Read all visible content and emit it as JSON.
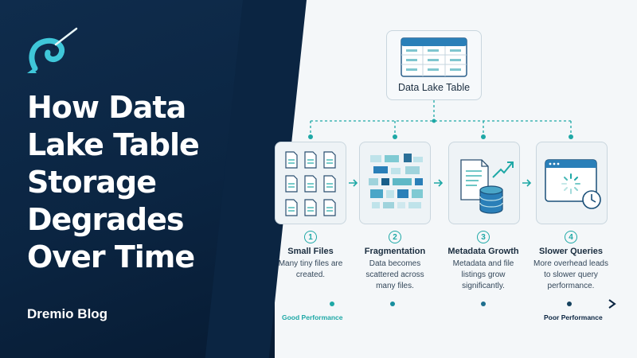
{
  "title": "How Data Lake Table Storage Degrades Over Time",
  "brand": "Dremio Blog",
  "top_card": {
    "label": "Data Lake Table",
    "icon": "table-icon"
  },
  "stages": [
    {
      "number": "1",
      "title": "Small Files",
      "description": "Many tiny files are created.",
      "icon": "files-grid-icon"
    },
    {
      "number": "2",
      "title": "Fragmentation",
      "description": "Data becomes scattered across many files.",
      "icon": "fragments-icon"
    },
    {
      "number": "3",
      "title": "Metadata Growth",
      "description": "Metadata and file listings grow significantly.",
      "icon": "metadata-database-icon"
    },
    {
      "number": "4",
      "title": "Slower Queries",
      "description": "More overhead leads to slower query performance.",
      "icon": "slow-browser-icon"
    }
  ],
  "performance_scale": {
    "start_label": "Good Performance",
    "end_label": "Poor Performance"
  },
  "colors": {
    "navy": "#0b2542",
    "teal": "#1ea8a6",
    "card_bg": "#eef3f6",
    "accent_blue": "#2a7fb8"
  }
}
